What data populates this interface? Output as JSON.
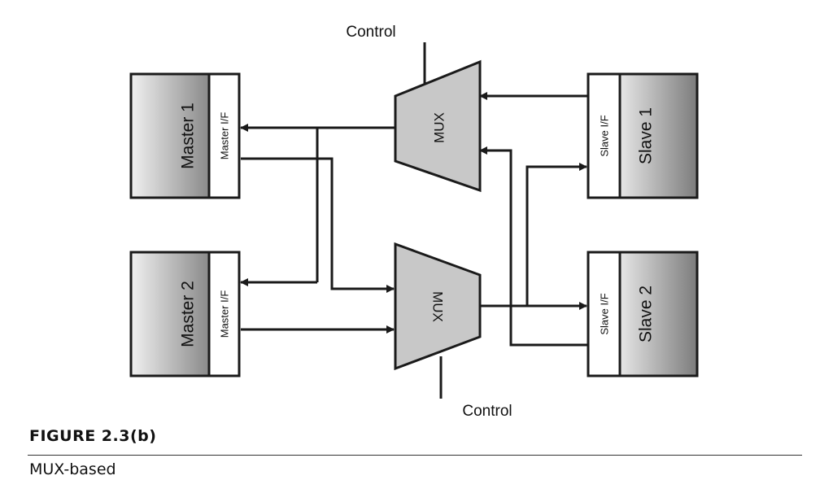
{
  "diagram": {
    "masters": [
      {
        "label": "Master 1",
        "interface_label": "Master I/F"
      },
      {
        "label": "Master 2",
        "interface_label": "Master I/F"
      }
    ],
    "slaves": [
      {
        "label": "Slave 1",
        "interface_label": "Slave I/F"
      },
      {
        "label": "Slave 2",
        "interface_label": "Slave I/F"
      }
    ],
    "muxes": [
      {
        "label": "MUX",
        "control_label": "Control"
      },
      {
        "label": "MUX",
        "control_label": "Control"
      }
    ],
    "colors": {
      "line": "#1a1a1a",
      "mux_fill": "#c8c8c8",
      "block_light": "#e9e9e9",
      "block_dark": "#8e8e8e",
      "interface_fill": "#ffffff"
    }
  },
  "figure": {
    "number": "FIGURE 2.3(b)",
    "caption": "MUX-based"
  }
}
